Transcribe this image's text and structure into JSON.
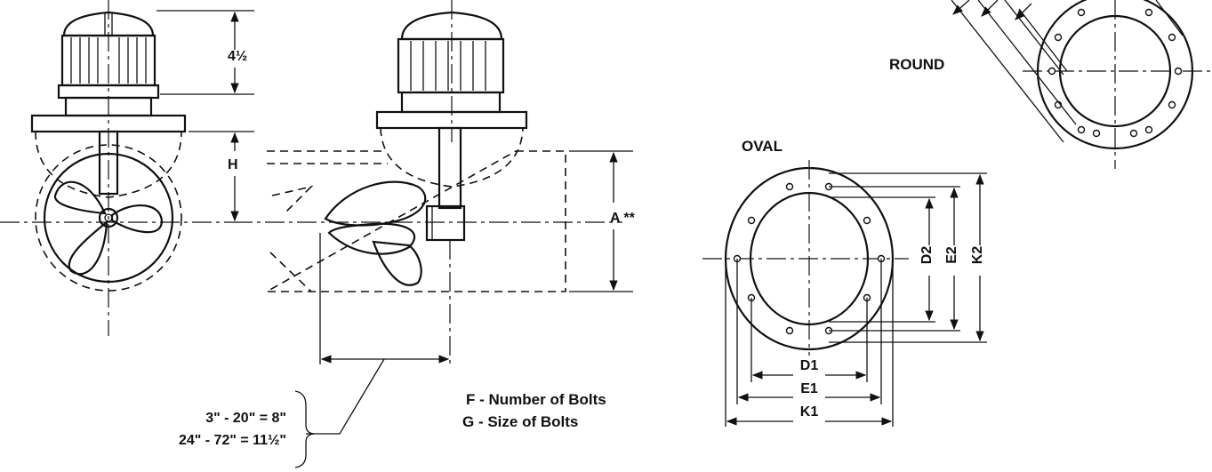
{
  "labels": {
    "dim_height_top": "4½",
    "dim_h": "H",
    "dim_a": "A **",
    "oval": "OVAL",
    "round": "ROUND",
    "d1": "D1",
    "e1": "E1",
    "k1": "K1",
    "d2": "D2",
    "e2": "E2",
    "k2": "K2",
    "f_bolts": "F - Number of Bolts",
    "g_bolts": "G - Size of Bolts",
    "range_small": "3\" - 20\"  =  8\"",
    "range_large": "24\" - 72\"  =  11½\""
  }
}
